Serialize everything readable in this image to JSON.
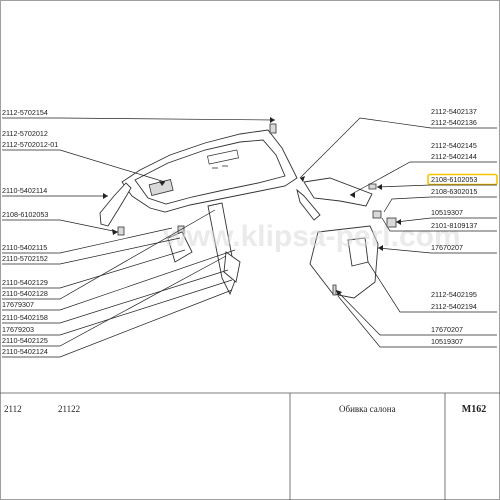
{
  "watermark": "www.klipsa-perl.com",
  "labels": {
    "l1": "2112-5702154",
    "l2": "2112-5702012",
    "l3": "2112-5702012-01",
    "l4": "2110-5402114",
    "l5": "2108-6102053",
    "l6": "2110-5402115",
    "l7": "2110-5702152",
    "l8": "2110-5402129",
    "l9": "2110-5402128",
    "l10": "17679307",
    "l11": "2110-5402158",
    "l12": "17679203",
    "l13": "2110-5402125",
    "l14": "2110-5402124",
    "r1": "2112-5402137",
    "r2": "2112-5402136",
    "r3": "2112-5402145",
    "r4": "2112-5402144",
    "r5": "2108-6102053",
    "r6": "2108-6302015",
    "r7": "10519307",
    "r8": "2101-8109137",
    "r9": "17670207",
    "r10": "2112-5402195",
    "r11": "2112-5402194",
    "r12": "17670207",
    "r13": "10519307"
  },
  "footer": {
    "model_a": "2112",
    "model_b": "21122",
    "title": "Обивка салона",
    "code": "M162"
  },
  "colors": {
    "highlight": "#f5c400",
    "line": "#222222"
  }
}
